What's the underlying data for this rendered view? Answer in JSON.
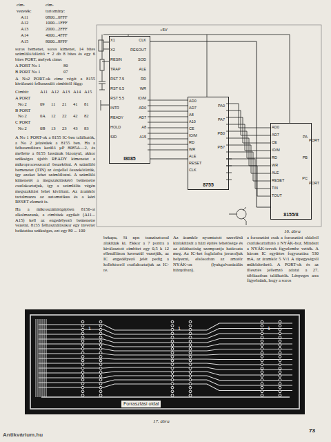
{
  "diagram": {
    "nodes": [
      {
        "text": [
          "I8085"
        ]
      },
      {
        "text": [
          "8755"
        ]
      },
      {
        "text": [
          "8155/8"
        ]
      }
    ],
    "edges": [
      {
        "from": 0,
        "to": 1,
        "arrow": "none"
      },
      {
        "from": 0,
        "to": 2,
        "arrow": "none"
      }
    ],
    "labels": [
      "cím-",
      "cím-",
      "vezeték:",
      "tartomány:",
      "A11",
      "0800...0FFF",
      "A12",
      "1000...1FFF",
      "A13",
      "2000...2FFF",
      "A14",
      "4000...4FFF",
      "A15",
      "8000...8FFF",
      "soros bemenet, soros kimenet, 14 bites számláló/időzítő + 2 db 8 bites és egy 6 bites PORT, melyek címe:",
      "A PORT No 1",
      "80",
      "B PORT No 1",
      "07",
      "A No2 PORT-ok címe végét a 8155 kiválasztó felhasználó címbittől függ:",
      "Címbit:",
      "A11",
      "A12",
      "A13",
      "A14",
      "A15",
      "A PORT",
      "No 2",
      "09",
      "11",
      "21",
      "41",
      "81",
      "B PORT",
      "No 2",
      "0A",
      "12",
      "22",
      "42",
      "82",
      "C PORT",
      "No 2",
      "0B",
      "13",
      "23",
      "43",
      "83",
      "A No 1 PORT-ok a 8155 IC-ben találhatók, a No 2 jelzésűek a 8155 ben. Ha a felhasználásra kerülő µP 8085A—2, és mellette a 8155 lassúnak bizonyul, akkor szükséges újabb READY kimenetet a mikroprocesszorral összekötni. A számláló bemenetet (TIN) az órajellel összekötöttük, így ezeket lehet számláltatni. A számláló kimenetét a megszakításkérő bemenetre csatlakoztatjuk, így a számlálás végén megszakítást lehet kiváltani. Az áramkör tartalmazza az automatikus és a kézi RESET elemeit is.",
      "Ha a mikroszámítógépben 8156-ot alkalmazunk, a címbitek egyikét (A11... A15) kell az engedélyező bemenetre vezetni. 8155 felhasználásakor egy inverter beiktatása szükséges, ezt egy 80 ... 100",
      "16. ábra",
      "X1",
      "X2",
      "RESIN",
      "TRAP",
      "RST 7.5",
      "RST 6.5",
      "RST 5.5",
      "INTR",
      "READY",
      "HOLD",
      "SID",
      "CLK",
      "RESOUT",
      "SOD",
      "ALE",
      "RD",
      "WR",
      "IO/M",
      "AD0",
      "AD7",
      "A8",
      "A15",
      "AD0",
      "AD7",
      "A8",
      "A10",
      "CE",
      "IO/M",
      "RD",
      "WR",
      "ALE",
      "RESET",
      "CLK",
      "PA0",
      "PA7",
      "PB0",
      "PB7",
      "AD0",
      "AD7",
      "CE",
      "IO/M",
      "RD",
      "WR",
      "ALE",
      "RESET",
      "TIN",
      "TOUT",
      "PA",
      "PB",
      "PC",
      "+5V",
      "PORT",
      "PORT",
      "bekapu, Si npn tranzisztorral alakítjuk ki. Ekkor a 7 pontra a kiválasztott címbitet egy 0,5 k 12 ellenálláson keresztül vezetjük, az IC engedélyező jelét pedig a kollektorról csatlakoztatjuk az IC-re.",
      "Az áramkör nyomtatott szerelésű kialakítását a házi építés lehetősége és az átláthatóság szempontja határozta meg. Az IC-ket foglalatba javasoljuk helyezni, elsősorban az amatőr NYÁK-on (lyukgalvanizálás hiányában).",
      "a forrasztást csak a forrasztási oldalról csatlakoztatható a NYÁK-hoz. Mindezt a NYÁK-tervek figyelembe vették. A három IC együttes fogyasztása 530 mA, az áramkör 5 V/1 A tápegységről működtethető. A PORT-ok és az illesztés jellemző adatai a 27. táblázatban találhatók. Lényeges arra figyelnünk, hogy a soros",
      "1",
      "1",
      "1",
      "Forrasztási oldal",
      "17. ábra",
      "73",
      "Antikvárium.hu"
    ]
  }
}
